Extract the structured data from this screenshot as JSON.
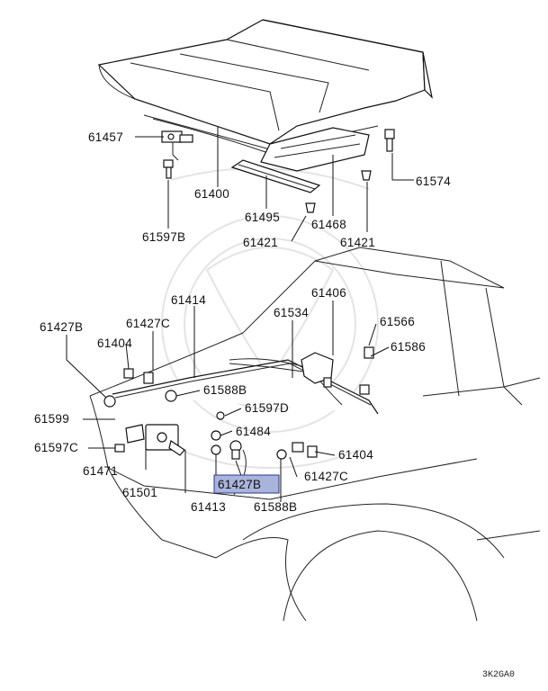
{
  "diagram_code": "3K2GA0",
  "highlighted_part": "61427B",
  "labels": [
    {
      "id": "l61457",
      "text": "61457"
    },
    {
      "id": "l61400",
      "text": "61400"
    },
    {
      "id": "l61495",
      "text": "61495"
    },
    {
      "id": "l61468",
      "text": "61468"
    },
    {
      "id": "l61574",
      "text": "61574"
    },
    {
      "id": "l61597B",
      "text": "61597B"
    },
    {
      "id": "l61421a",
      "text": "61421"
    },
    {
      "id": "l61421b",
      "text": "61421"
    },
    {
      "id": "l61414",
      "text": "61414"
    },
    {
      "id": "l61406",
      "text": "61406"
    },
    {
      "id": "l61427Ba",
      "text": "61427B"
    },
    {
      "id": "l61427Ca",
      "text": "61427C"
    },
    {
      "id": "l61534",
      "text": "61534"
    },
    {
      "id": "l61566",
      "text": "61566"
    },
    {
      "id": "l61404a",
      "text": "61404"
    },
    {
      "id": "l61586",
      "text": "61586"
    },
    {
      "id": "l61588Ba",
      "text": "61588B"
    },
    {
      "id": "l61599",
      "text": "61599"
    },
    {
      "id": "l61597D",
      "text": "61597D"
    },
    {
      "id": "l61484",
      "text": "61484"
    },
    {
      "id": "l61597C",
      "text": "61597C"
    },
    {
      "id": "l61404b",
      "text": "61404"
    },
    {
      "id": "l61471",
      "text": "61471"
    },
    {
      "id": "l61427Cb",
      "text": "61427C"
    },
    {
      "id": "l61427Bb",
      "text": "61427B"
    },
    {
      "id": "l61501",
      "text": "61501"
    },
    {
      "id": "l61413",
      "text": "61413"
    },
    {
      "id": "l61588Bb",
      "text": "61588B"
    }
  ]
}
